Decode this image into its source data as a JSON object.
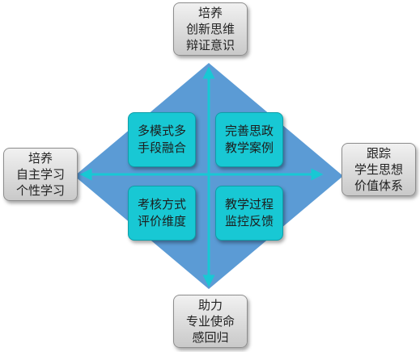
{
  "diagram": {
    "top": [
      "培养",
      "创新思维",
      "辩证意识"
    ],
    "left": [
      "培养",
      "自主学习",
      "个性学习"
    ],
    "right": [
      "跟踪",
      "学生思想",
      "价值体系"
    ],
    "bottom": [
      "助力",
      "专业使命",
      "感回归"
    ],
    "quadrants": {
      "top_left": [
        "多模式多",
        "手段融合"
      ],
      "top_right": [
        "完善思政",
        "教学案例"
      ],
      "bottom_left": [
        "考核方式",
        "评价维度"
      ],
      "bottom_right": [
        "教学过程",
        "监控反馈"
      ]
    }
  },
  "colors": {
    "diamond": "#5b9bd5",
    "arrows": "#18c8d4",
    "inner_box": "#18c8d4",
    "outer_box": "#d9d9d9"
  }
}
